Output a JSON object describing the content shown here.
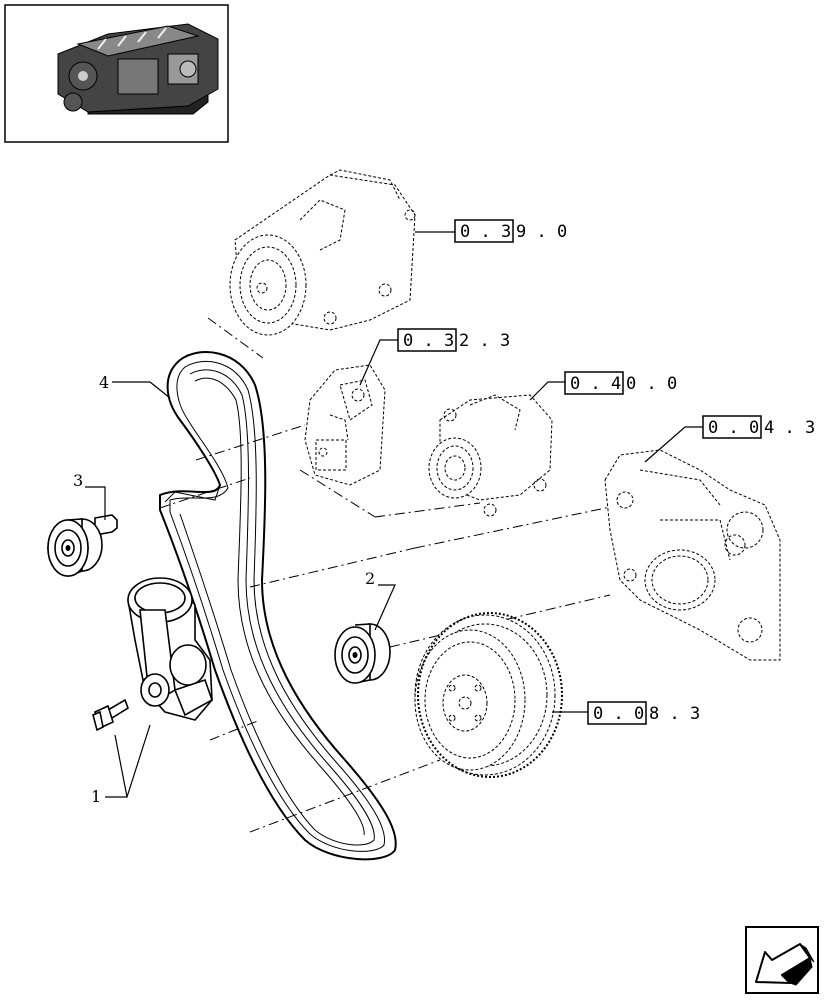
{
  "callouts": {
    "c1": "1",
    "c2": "2",
    "c3": "3",
    "c4": "4"
  },
  "references": {
    "compressor": {
      "boxed": "0 . 3",
      "rest": "9 . 0"
    },
    "hydraulic_pump": {
      "boxed": "0 . 3",
      "rest": "2 . 3"
    },
    "alternator": {
      "boxed": "0 . 4",
      "rest": "0 . 0"
    },
    "timing_cover": {
      "boxed": "0 . 0",
      "rest": "4 . 3"
    },
    "damper": {
      "boxed": "0 . 0",
      "rest": "8 . 3"
    }
  },
  "icons": {
    "engine_thumbnail": "engine-thumbnail-icon",
    "navigation": "next-page-arrow-icon"
  }
}
